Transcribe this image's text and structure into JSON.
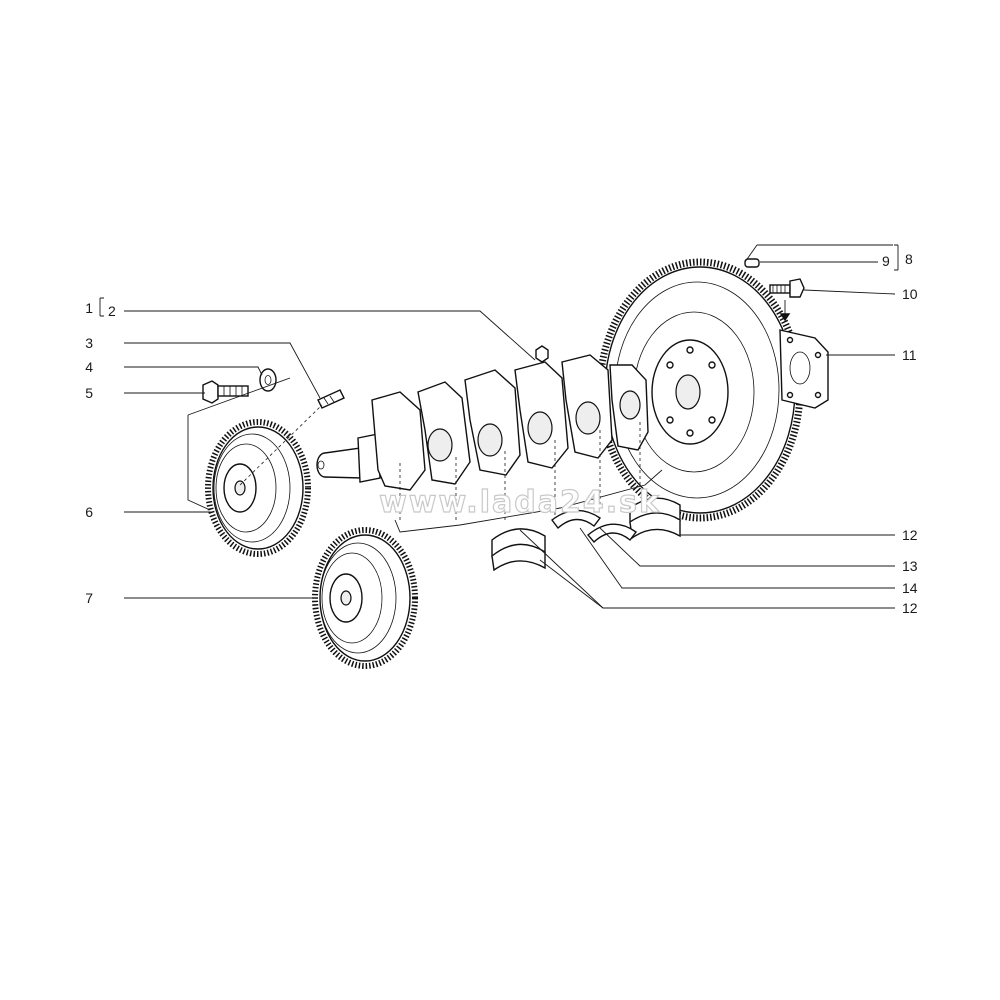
{
  "watermark": "www.lada24.sk",
  "callouts": {
    "c1": "1",
    "c2": "2",
    "c3": "3",
    "c4": "4",
    "c5": "5",
    "c6": "6",
    "c7": "7",
    "c8": "8",
    "c9": "9",
    "c10": "10",
    "c11": "11",
    "c12a": "12",
    "c12b": "12",
    "c13": "13",
    "c14": "14"
  }
}
